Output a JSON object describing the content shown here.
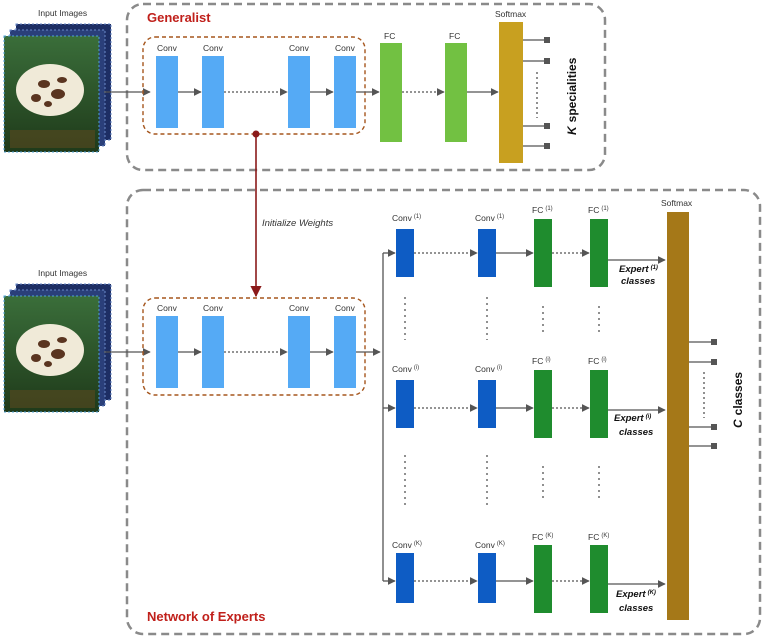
{
  "generalist": {
    "title": "Generalist",
    "input_label": "Input Images",
    "conv_labels": [
      "Conv",
      "Conv",
      "Conv",
      "Conv"
    ],
    "fc_labels": [
      "FC",
      "FC"
    ],
    "softmax_label": "Softmax",
    "output_label_var": "K",
    "output_label_text": "specialities"
  },
  "connector": {
    "init_label": "Initialize Weights"
  },
  "experts": {
    "title": "Network of Experts",
    "input_label": "Input Images",
    "conv_labels": [
      "Conv",
      "Conv",
      "Conv",
      "Conv"
    ],
    "softmax_label": "Softmax",
    "output_label_var": "C",
    "output_label_text": "classes",
    "rows": [
      {
        "idx": "(1)",
        "conv": "Conv",
        "fc": "FC",
        "expert": "Expert",
        "classes": "classes"
      },
      {
        "idx": "(i)",
        "conv": "Conv",
        "fc": "FC",
        "expert": "Expert",
        "classes": "classes"
      },
      {
        "idx": "(K)",
        "conv": "Conv",
        "fc": "FC",
        "expert": "Expert",
        "classes": "classes"
      }
    ]
  },
  "colors": {
    "conv_light": "#55aaf5",
    "conv_dark": "#0e5cc4",
    "fc_green_light": "#72c142",
    "fc_green_dark": "#1f8c2e",
    "softmax_gold": "#c8a020",
    "softmax_brown": "#a57818",
    "section_title": "#c0201b",
    "dashed_box": "#8a8a8a",
    "conv_group_border": "#a5561d",
    "connector_line": "#8b1a1a"
  }
}
